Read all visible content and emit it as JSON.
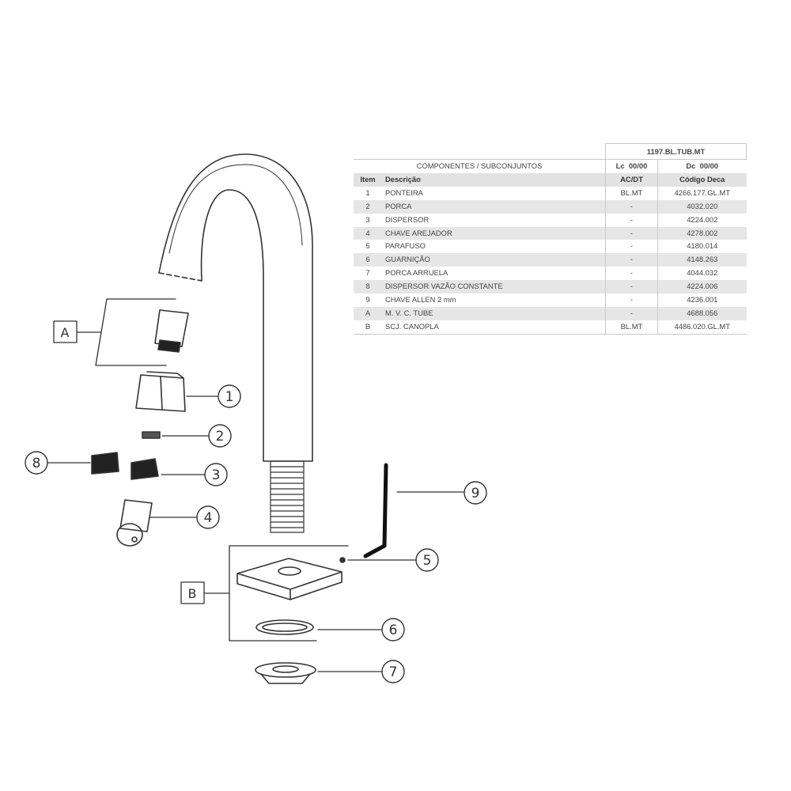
{
  "table": {
    "model": "1197.BL.TUB.MT",
    "subassembly_label": "COMPONENTES / SUBCONJUNTOS",
    "lc_label": "Lc",
    "lc_value": "00/00",
    "dc_label": "Dc",
    "dc_value": "00/00",
    "headers": {
      "item": "Item",
      "description": "Descrição",
      "acdt": "AC/DT",
      "code": "Código Deca"
    },
    "rows": [
      {
        "item": "1",
        "description": "PONTEIRA",
        "acdt": "BL.MT",
        "code": "4266.177.GL.MT"
      },
      {
        "item": "2",
        "description": "PORCA",
        "acdt": "-",
        "code": "4032.020"
      },
      {
        "item": "3",
        "description": "DISPERSOR",
        "acdt": "-",
        "code": "4224.002"
      },
      {
        "item": "4",
        "description": "CHAVE AREJADOR",
        "acdt": "-",
        "code": "4278.002"
      },
      {
        "item": "5",
        "description": "PARAFUSO",
        "acdt": "-",
        "code": "4180.014"
      },
      {
        "item": "6",
        "description": "GUARNIÇÃO",
        "acdt": "-",
        "code": "4148.263"
      },
      {
        "item": "7",
        "description": "PORCA ARRUELA",
        "acdt": "-",
        "code": "4044.032"
      },
      {
        "item": "8",
        "description": "DISPERSOR VAZÃO CONSTANTE",
        "acdt": "-",
        "code": "4224.006"
      },
      {
        "item": "9",
        "description": "CHAVE ALLEN 2 mm",
        "acdt": "-",
        "code": "4236.001"
      },
      {
        "item": "A",
        "description": "M. V. C. TUBE",
        "acdt": "-",
        "code": "4688.056"
      },
      {
        "item": "B",
        "description": "SCJ. CANOPLA",
        "acdt": "BL.MT",
        "code": "4486.020.GL.MT"
      }
    ]
  },
  "callouts": {
    "c1": "1",
    "c2": "2",
    "c3": "3",
    "c4": "4",
    "c5": "5",
    "c6": "6",
    "c7": "7",
    "c8": "8",
    "c9": "9",
    "group_a": "A",
    "group_b": "B"
  },
  "colors": {
    "line": "#333333",
    "dark_part": "#222222",
    "table_stripe": "#e6e6e6",
    "table_border": "#c8c8c8"
  }
}
